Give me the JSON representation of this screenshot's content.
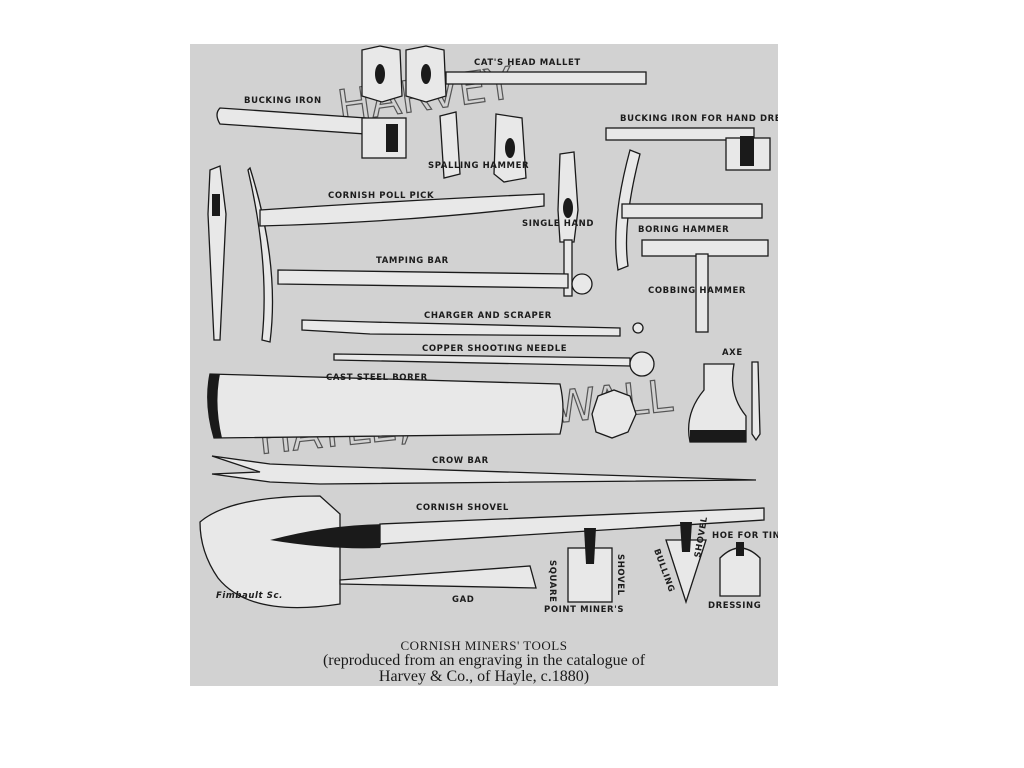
{
  "plate": {
    "labels": {
      "cats_head_mallet": "CAT'S  HEAD  MALLET",
      "bucking_iron": "BUCKING  IRON",
      "bucking_iron_hand": "BUCKING  IRON  FOR HAND DRESSING",
      "spalling_hammer": "SPALLING  HAMMER",
      "cornish_poll_pick": "CORNISH  POLL  PICK",
      "single_hand": "SINGLE   HAND",
      "boring_hammer": "BORING    HAMMER",
      "tamping_bar": "TAMPING  BAR",
      "cobbing_hammer": "COBBING     HAMMER",
      "charger_scraper": "CHARGER   AND   SCRAPER",
      "copper_needle": "COPPER   SHOOTING  NEEDLE",
      "axe": "AXE",
      "cast_steel_borer": "CAST  STEEL  BORER",
      "crow_bar": "CROW  BAR",
      "cornish_shovel": "CORNISH  SHOVEL",
      "gad": "GAD",
      "square": "SQUARE",
      "point_miners": "POINT MINER'S",
      "shovel_1": "SHOVEL",
      "bulling": "BULLING",
      "shovel_2": "SHOVEL",
      "hoe_for_tin": "HOE FOR TIN",
      "dressing": "DRESSING",
      "engraver": "Fimbault Sc."
    },
    "watermark_top": "HARVEY",
    "watermark_bottom": "HAYLE, CORNWALL"
  },
  "caption": {
    "title": "CORNISH MINERS' TOOLS",
    "line1": "(reproduced from an engraving in the catalogue of",
    "line2": "Harvey & Co., of Hayle, c.1880)"
  }
}
